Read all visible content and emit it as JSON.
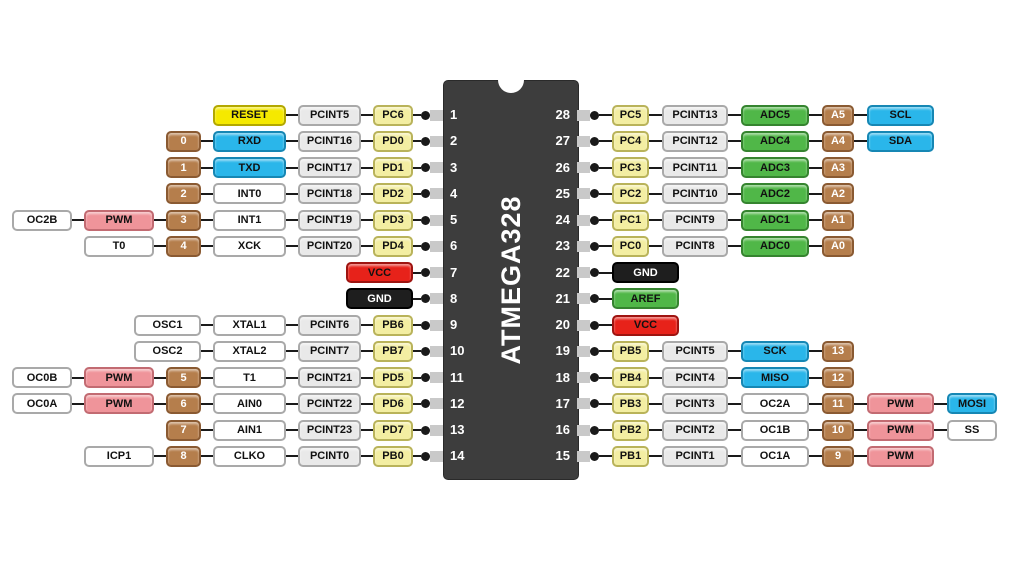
{
  "diagram": {
    "chip": {
      "label": "ATMEGA328",
      "left_pins": [
        1,
        2,
        3,
        4,
        5,
        6,
        7,
        8,
        9,
        10,
        11,
        12,
        13,
        14
      ],
      "right_pins": [
        28,
        27,
        26,
        25,
        24,
        23,
        22,
        21,
        20,
        19,
        18,
        17,
        16,
        15
      ]
    },
    "colors": {
      "yellow": "#F5E900",
      "blue": "#2AB6EA",
      "gray": "#E9E9E9",
      "port": "#F3EEA2",
      "brown": "#B57E4C",
      "green": "#50B748",
      "pink": "#EF949A",
      "red": "#E7221A",
      "black": "#1E1E1E",
      "white": "#FFFFFF",
      "chip": "#3D3D3D"
    },
    "left_rows": [
      {
        "pin": 1,
        "boxes": [
          {
            "label": "RESET",
            "color": "yellow",
            "kind": "main"
          },
          {
            "label": "PCINT5",
            "color": "gray",
            "kind": "pcint"
          },
          {
            "label": "PC6",
            "color": "port",
            "kind": "port"
          }
        ]
      },
      {
        "pin": 2,
        "boxes": [
          {
            "label": "0",
            "color": "brown",
            "kind": "num"
          },
          {
            "label": "RXD",
            "color": "blue",
            "kind": "main"
          },
          {
            "label": "PCINT16",
            "color": "gray",
            "kind": "pcint"
          },
          {
            "label": "PD0",
            "color": "port",
            "kind": "port"
          }
        ]
      },
      {
        "pin": 3,
        "boxes": [
          {
            "label": "1",
            "color": "brown",
            "kind": "num"
          },
          {
            "label": "TXD",
            "color": "blue",
            "kind": "main"
          },
          {
            "label": "PCINT17",
            "color": "gray",
            "kind": "pcint"
          },
          {
            "label": "PD1",
            "color": "port",
            "kind": "port"
          }
        ]
      },
      {
        "pin": 4,
        "boxes": [
          {
            "label": "2",
            "color": "brown",
            "kind": "num"
          },
          {
            "label": "INT0",
            "color": "white",
            "kind": "main"
          },
          {
            "label": "PCINT18",
            "color": "gray",
            "kind": "pcint"
          },
          {
            "label": "PD2",
            "color": "port",
            "kind": "port"
          }
        ]
      },
      {
        "pin": 5,
        "boxes": [
          {
            "label": "OC2B",
            "color": "white",
            "kind": "extra"
          },
          {
            "label": "PWM",
            "color": "pink",
            "kind": "pwm"
          },
          {
            "label": "3",
            "color": "brown",
            "kind": "num"
          },
          {
            "label": "INT1",
            "color": "white",
            "kind": "main"
          },
          {
            "label": "PCINT19",
            "color": "gray",
            "kind": "pcint"
          },
          {
            "label": "PD3",
            "color": "port",
            "kind": "port"
          }
        ]
      },
      {
        "pin": 6,
        "boxes": [
          {
            "label": "T0",
            "color": "white",
            "kind": "pwm"
          },
          {
            "label": "4",
            "color": "brown",
            "kind": "num"
          },
          {
            "label": "XCK",
            "color": "white",
            "kind": "main"
          },
          {
            "label": "PCINT20",
            "color": "gray",
            "kind": "pcint"
          },
          {
            "label": "PD4",
            "color": "port",
            "kind": "port"
          }
        ]
      },
      {
        "pin": 7,
        "boxes": [
          {
            "label": "VCC",
            "color": "red",
            "kind": "power"
          }
        ]
      },
      {
        "pin": 8,
        "boxes": [
          {
            "label": "GND",
            "color": "black",
            "kind": "power"
          }
        ]
      },
      {
        "pin": 9,
        "boxes": [
          {
            "label": "OSC1",
            "color": "white",
            "kind": "wide"
          },
          {
            "label": "XTAL1",
            "color": "white",
            "kind": "main"
          },
          {
            "label": "PCINT6",
            "color": "gray",
            "kind": "pcint"
          },
          {
            "label": "PB6",
            "color": "port",
            "kind": "port"
          }
        ]
      },
      {
        "pin": 10,
        "boxes": [
          {
            "label": "OSC2",
            "color": "white",
            "kind": "wide"
          },
          {
            "label": "XTAL2",
            "color": "white",
            "kind": "main"
          },
          {
            "label": "PCINT7",
            "color": "gray",
            "kind": "pcint"
          },
          {
            "label": "PB7",
            "color": "port",
            "kind": "port"
          }
        ]
      },
      {
        "pin": 11,
        "boxes": [
          {
            "label": "OC0B",
            "color": "white",
            "kind": "extra"
          },
          {
            "label": "PWM",
            "color": "pink",
            "kind": "pwm"
          },
          {
            "label": "5",
            "color": "brown",
            "kind": "num"
          },
          {
            "label": "T1",
            "color": "white",
            "kind": "main"
          },
          {
            "label": "PCINT21",
            "color": "gray",
            "kind": "pcint"
          },
          {
            "label": "PD5",
            "color": "port",
            "kind": "port"
          }
        ]
      },
      {
        "pin": 12,
        "boxes": [
          {
            "label": "OC0A",
            "color": "white",
            "kind": "extra"
          },
          {
            "label": "PWM",
            "color": "pink",
            "kind": "pwm"
          },
          {
            "label": "6",
            "color": "brown",
            "kind": "num"
          },
          {
            "label": "AIN0",
            "color": "white",
            "kind": "main"
          },
          {
            "label": "PCINT22",
            "color": "gray",
            "kind": "pcint"
          },
          {
            "label": "PD6",
            "color": "port",
            "kind": "port"
          }
        ]
      },
      {
        "pin": 13,
        "boxes": [
          {
            "label": "7",
            "color": "brown",
            "kind": "num"
          },
          {
            "label": "AIN1",
            "color": "white",
            "kind": "main"
          },
          {
            "label": "PCINT23",
            "color": "gray",
            "kind": "pcint"
          },
          {
            "label": "PD7",
            "color": "port",
            "kind": "port"
          }
        ]
      },
      {
        "pin": 14,
        "boxes": [
          {
            "label": "ICP1",
            "color": "white",
            "kind": "pwm"
          },
          {
            "label": "8",
            "color": "brown",
            "kind": "num"
          },
          {
            "label": "CLKO",
            "color": "white",
            "kind": "main"
          },
          {
            "label": "PCINT0",
            "color": "gray",
            "kind": "pcint"
          },
          {
            "label": "PB0",
            "color": "port",
            "kind": "port"
          }
        ]
      }
    ],
    "right_rows": [
      {
        "pin": 28,
        "boxes": [
          {
            "label": "PC5",
            "color": "port",
            "kind": "rport"
          },
          {
            "label": "PCINT13",
            "color": "gray",
            "kind": "rpcint"
          },
          {
            "label": "ADC5",
            "color": "green",
            "kind": "adc"
          },
          {
            "label": "A5",
            "color": "brown",
            "kind": "anum"
          },
          {
            "label": "SCL",
            "color": "blue",
            "kind": "bus"
          }
        ]
      },
      {
        "pin": 27,
        "boxes": [
          {
            "label": "PC4",
            "color": "port",
            "kind": "rport"
          },
          {
            "label": "PCINT12",
            "color": "gray",
            "kind": "rpcint"
          },
          {
            "label": "ADC4",
            "color": "green",
            "kind": "adc"
          },
          {
            "label": "A4",
            "color": "brown",
            "kind": "anum"
          },
          {
            "label": "SDA",
            "color": "blue",
            "kind": "bus"
          }
        ]
      },
      {
        "pin": 26,
        "boxes": [
          {
            "label": "PC3",
            "color": "port",
            "kind": "rport"
          },
          {
            "label": "PCINT11",
            "color": "gray",
            "kind": "rpcint"
          },
          {
            "label": "ADC3",
            "color": "green",
            "kind": "adc"
          },
          {
            "label": "A3",
            "color": "brown",
            "kind": "anum"
          }
        ]
      },
      {
        "pin": 25,
        "boxes": [
          {
            "label": "PC2",
            "color": "port",
            "kind": "rport"
          },
          {
            "label": "PCINT10",
            "color": "gray",
            "kind": "rpcint"
          },
          {
            "label": "ADC2",
            "color": "green",
            "kind": "adc"
          },
          {
            "label": "A2",
            "color": "brown",
            "kind": "anum"
          }
        ]
      },
      {
        "pin": 24,
        "boxes": [
          {
            "label": "PC1",
            "color": "port",
            "kind": "rport"
          },
          {
            "label": "PCINT9",
            "color": "gray",
            "kind": "rpcint"
          },
          {
            "label": "ADC1",
            "color": "green",
            "kind": "adc"
          },
          {
            "label": "A1",
            "color": "brown",
            "kind": "anum"
          }
        ]
      },
      {
        "pin": 23,
        "boxes": [
          {
            "label": "PC0",
            "color": "port",
            "kind": "rport"
          },
          {
            "label": "PCINT8",
            "color": "gray",
            "kind": "rpcint"
          },
          {
            "label": "ADC0",
            "color": "green",
            "kind": "adc"
          },
          {
            "label": "A0",
            "color": "brown",
            "kind": "anum"
          }
        ]
      },
      {
        "pin": 22,
        "boxes": [
          {
            "label": "GND",
            "color": "black",
            "kind": "power"
          }
        ]
      },
      {
        "pin": 21,
        "boxes": [
          {
            "label": "AREF",
            "color": "green",
            "kind": "power"
          }
        ]
      },
      {
        "pin": 20,
        "boxes": [
          {
            "label": "VCC",
            "color": "red",
            "kind": "power"
          }
        ]
      },
      {
        "pin": 19,
        "boxes": [
          {
            "label": "PB5",
            "color": "port",
            "kind": "rport"
          },
          {
            "label": "PCINT5",
            "color": "gray",
            "kind": "rpcint"
          },
          {
            "label": "SCK",
            "color": "blue",
            "kind": "adc"
          },
          {
            "label": "13",
            "color": "brown",
            "kind": "anum"
          }
        ]
      },
      {
        "pin": 18,
        "boxes": [
          {
            "label": "PB4",
            "color": "port",
            "kind": "rport"
          },
          {
            "label": "PCINT4",
            "color": "gray",
            "kind": "rpcint"
          },
          {
            "label": "MISO",
            "color": "blue",
            "kind": "adc"
          },
          {
            "label": "12",
            "color": "brown",
            "kind": "anum"
          }
        ]
      },
      {
        "pin": 17,
        "boxes": [
          {
            "label": "PB3",
            "color": "port",
            "kind": "rport"
          },
          {
            "label": "PCINT3",
            "color": "gray",
            "kind": "rpcint"
          },
          {
            "label": "OC2A",
            "color": "white",
            "kind": "adc"
          },
          {
            "label": "11",
            "color": "brown",
            "kind": "anum"
          },
          {
            "label": "PWM",
            "color": "pink",
            "kind": "bus"
          },
          {
            "label": "MOSI",
            "color": "blue",
            "kind": "end"
          }
        ]
      },
      {
        "pin": 16,
        "boxes": [
          {
            "label": "PB2",
            "color": "port",
            "kind": "rport"
          },
          {
            "label": "PCINT2",
            "color": "gray",
            "kind": "rpcint"
          },
          {
            "label": "OC1B",
            "color": "white",
            "kind": "adc"
          },
          {
            "label": "10",
            "color": "brown",
            "kind": "anum"
          },
          {
            "label": "PWM",
            "color": "pink",
            "kind": "bus"
          },
          {
            "label": "SS",
            "color": "white",
            "kind": "end"
          }
        ]
      },
      {
        "pin": 15,
        "boxes": [
          {
            "label": "PB1",
            "color": "port",
            "kind": "rport"
          },
          {
            "label": "PCINT1",
            "color": "gray",
            "kind": "rpcint"
          },
          {
            "label": "OC1A",
            "color": "white",
            "kind": "adc"
          },
          {
            "label": "9",
            "color": "brown",
            "kind": "anum"
          },
          {
            "label": "PWM",
            "color": "pink",
            "kind": "bus"
          }
        ]
      }
    ]
  }
}
